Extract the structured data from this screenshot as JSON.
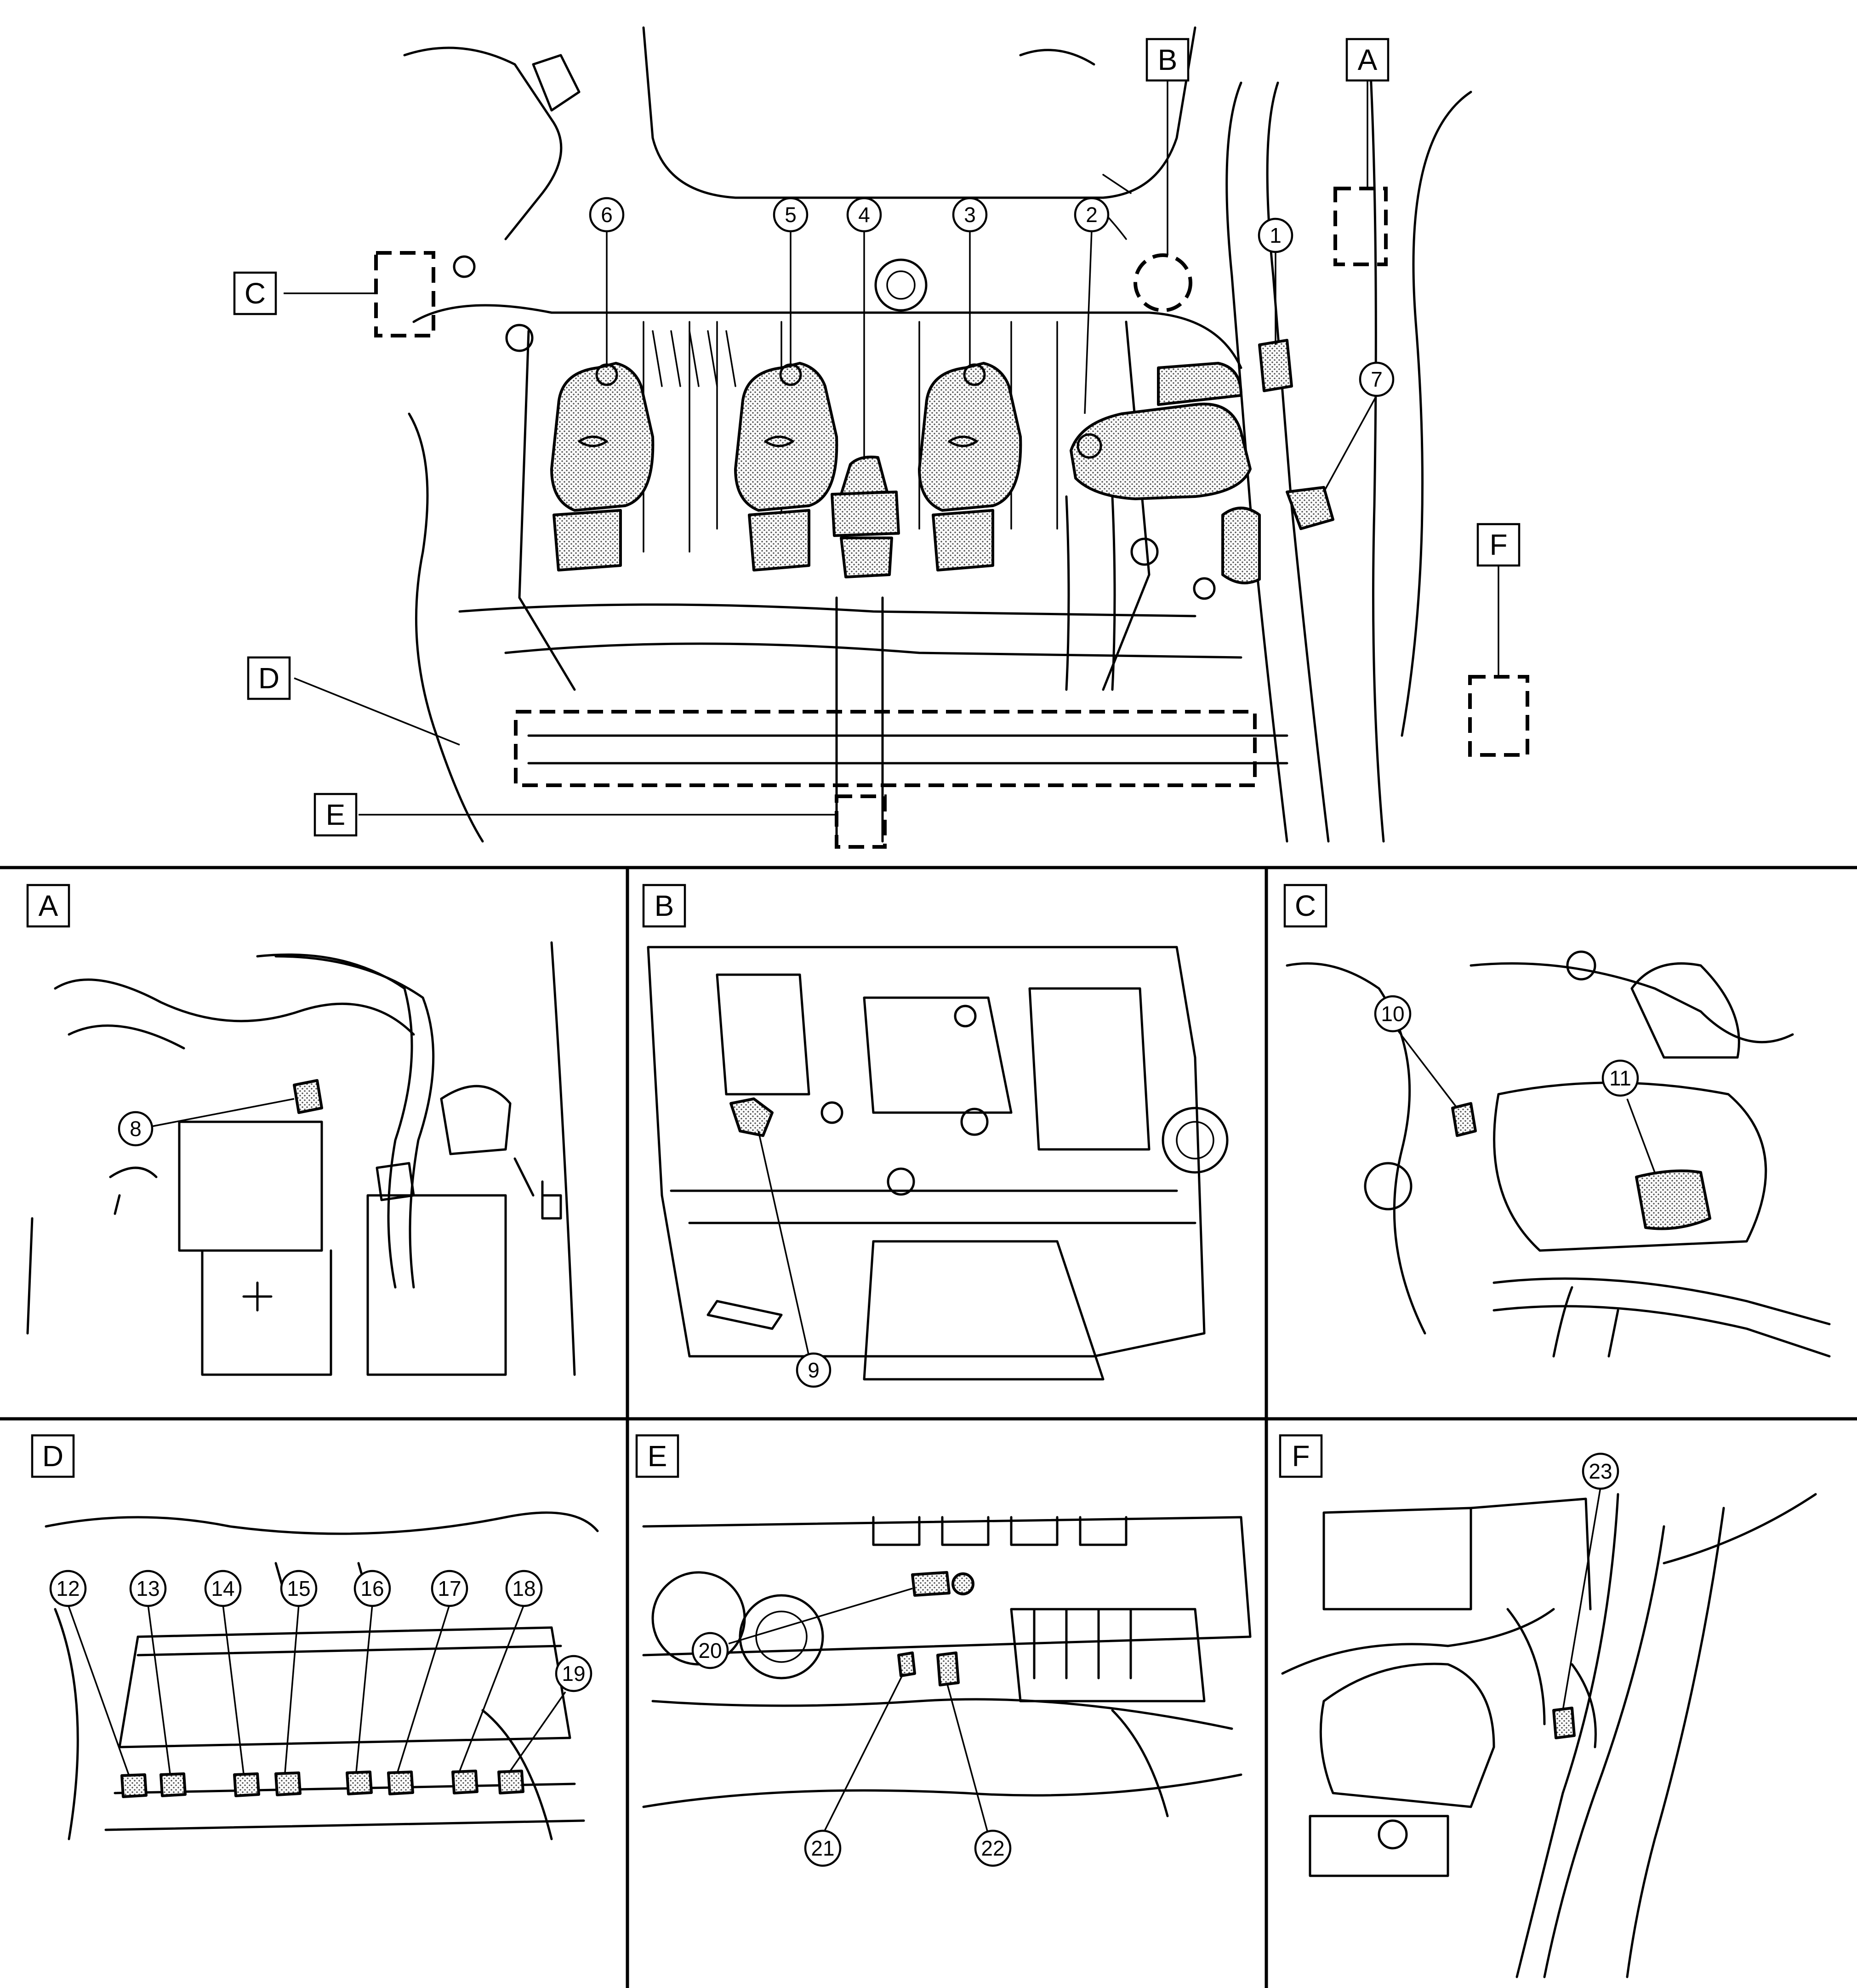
{
  "main_view": {
    "view_labels": [
      "A",
      "B",
      "C",
      "D",
      "E",
      "F"
    ],
    "callouts": [
      "1",
      "2",
      "3",
      "4",
      "5",
      "6",
      "7"
    ]
  },
  "panels": [
    {
      "label": "A",
      "callouts": [
        "8"
      ]
    },
    {
      "label": "B",
      "callouts": [
        "9"
      ]
    },
    {
      "label": "C",
      "callouts": [
        "10",
        "11"
      ]
    },
    {
      "label": "D",
      "callouts": [
        "12",
        "13",
        "14",
        "15",
        "16",
        "17",
        "18",
        "19"
      ]
    },
    {
      "label": "E",
      "callouts": [
        "20",
        "21",
        "22"
      ]
    },
    {
      "label": "F",
      "callouts": [
        "23"
      ]
    }
  ],
  "colors": {
    "line": "#000000",
    "background": "#ffffff",
    "component_fill": "dotted-gray"
  },
  "symbols": {
    "plus_sign": "+"
  }
}
